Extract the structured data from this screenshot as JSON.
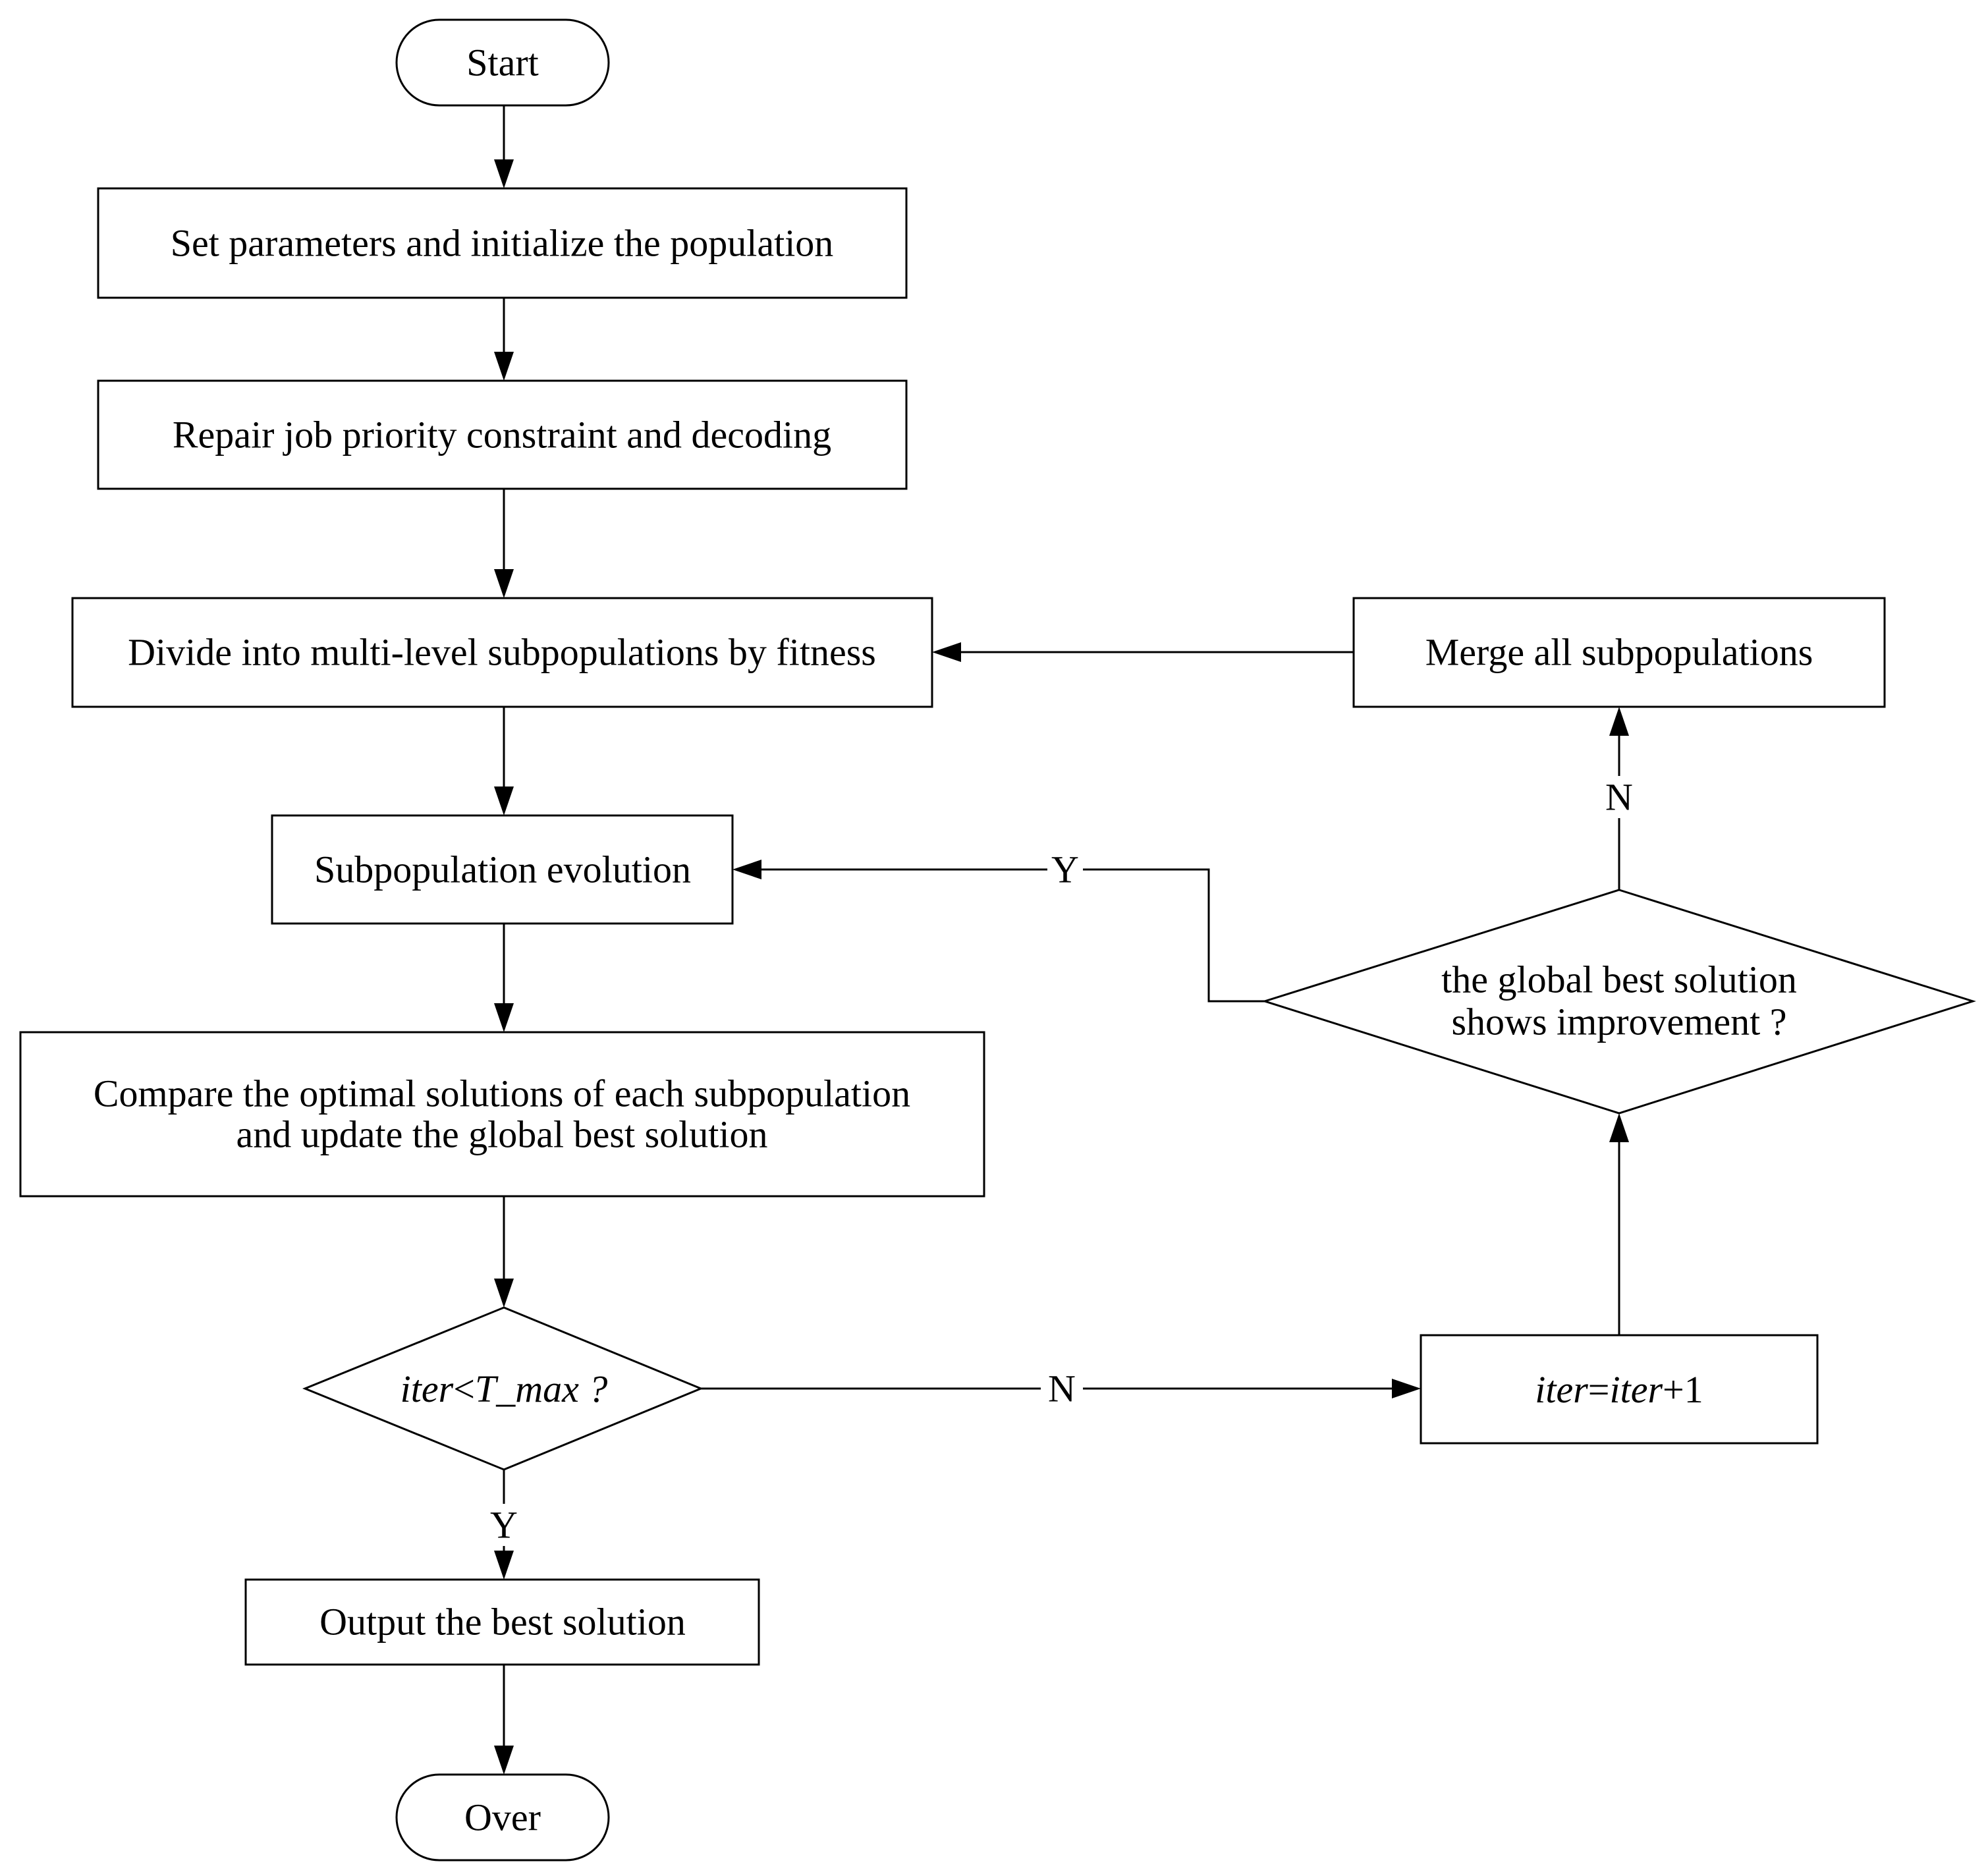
{
  "nodes": {
    "start": "Start",
    "set_params": "Set parameters and initialize the population",
    "repair": "Repair job priority constraint and  decoding",
    "divide": "Divide into multi-level subpopulations by fitness",
    "evolution": "Subpopulation evolution",
    "compare_line1": "Compare the optimal solutions of each subpopulation",
    "compare_line2": "and update the global best solution",
    "iter_check": {
      "var1": "iter",
      "op": "<",
      "var2": "T_max",
      "suffix": " ?"
    },
    "iter_increment": {
      "var1": "iter",
      "op": "=",
      "var2": "iter",
      "suffix": "+1"
    },
    "improvement_line1": "the global best solution",
    "improvement_line2": "shows improvement ?",
    "merge": "Merge all subpopulations",
    "output": "Output the best solution",
    "over": "Over"
  },
  "edge_labels": {
    "iter_no": "N",
    "iter_yes": "Y",
    "improve_yes": "Y",
    "improve_no": "N"
  }
}
